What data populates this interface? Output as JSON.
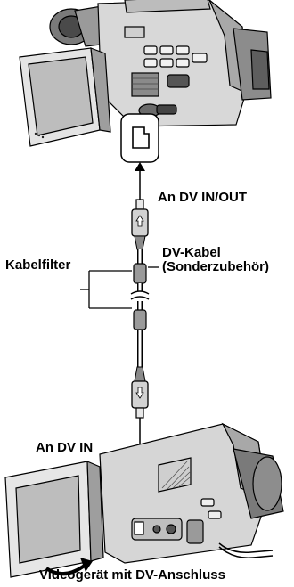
{
  "labels": {
    "an_dv_in_out": "An DV IN/OUT",
    "kabelfilter": "Kabelfilter",
    "dv_kabel_line1": "DV-Kabel",
    "dv_kabel_line2": "(Sonderzubehör)",
    "an_dv_in": "An DV IN",
    "videogeraet": "Videogerät mit DV-Anschluss"
  },
  "icons": {
    "top_device": "camcorder-icon",
    "bottom_device": "dv-recorder-icon",
    "port": "dv-port-icon",
    "plug_up": "up-arrow-icon",
    "plug_down": "down-arrow-icon"
  },
  "colors": {
    "line": "#000000",
    "body_light": "#e6e6e6",
    "body_mid": "#b8b8b8",
    "body_dark": "#6e6e6e",
    "screen": "#bdbdbd",
    "cable_gray": "#9a9a9a"
  }
}
